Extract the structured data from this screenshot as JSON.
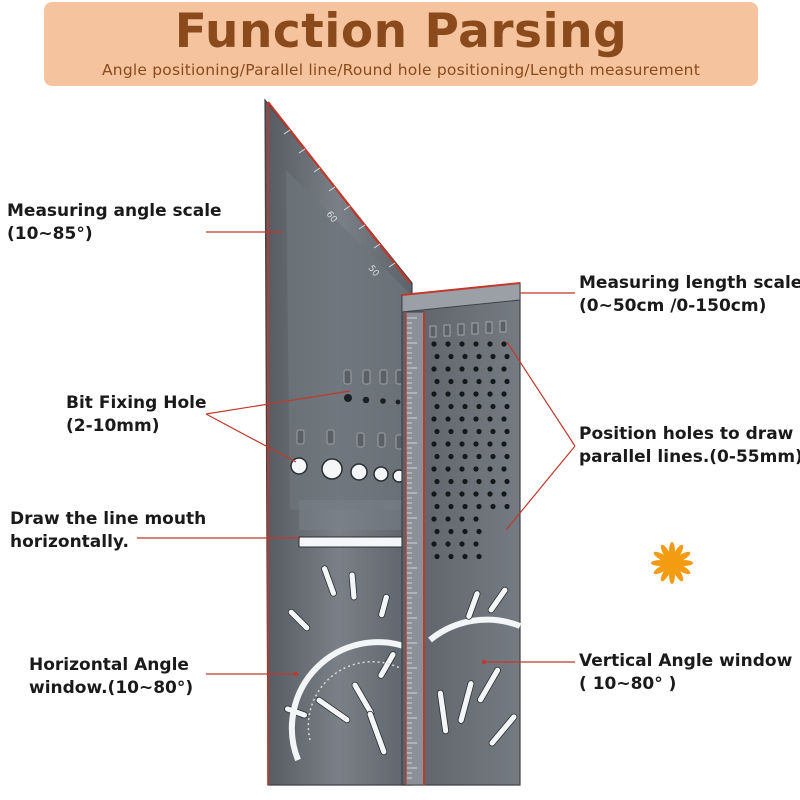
{
  "banner": {
    "title": "Function Parsing",
    "subtitle": "Angle positioning/Parallel line/Round hole positioning/Length measurement"
  },
  "callouts": {
    "measuring_angle": {
      "line1": "Measuring angle scale",
      "line2": "(10~85°)"
    },
    "bit_fixing": {
      "line1": "Bit Fixing Hole",
      "line2": "(2-10mm)"
    },
    "draw_line": {
      "line1": "Draw the line mouth",
      "line2": "horizontally."
    },
    "horizontal_angle": {
      "line1": "Horizontal Angle",
      "line2": "window.(10~80°)"
    },
    "measuring_length": {
      "line1": "Measuring length scale",
      "line2": "(0~50cm /0-150cm)"
    },
    "position_holes": {
      "line1": "Position holes to draw",
      "line2": "parallel lines.(0-55mm)"
    },
    "vertical_angle": {
      "line1": "Vertical Angle window",
      "line2": "( 10~80° )"
    }
  },
  "scale_marks": {
    "a1": "60",
    "a2": "50"
  },
  "colors": {
    "banner": "#f5c49f",
    "title": "#8a4a1c",
    "leader": "#c0392b",
    "tool": "#6b7178",
    "accent": "#f39c12"
  }
}
